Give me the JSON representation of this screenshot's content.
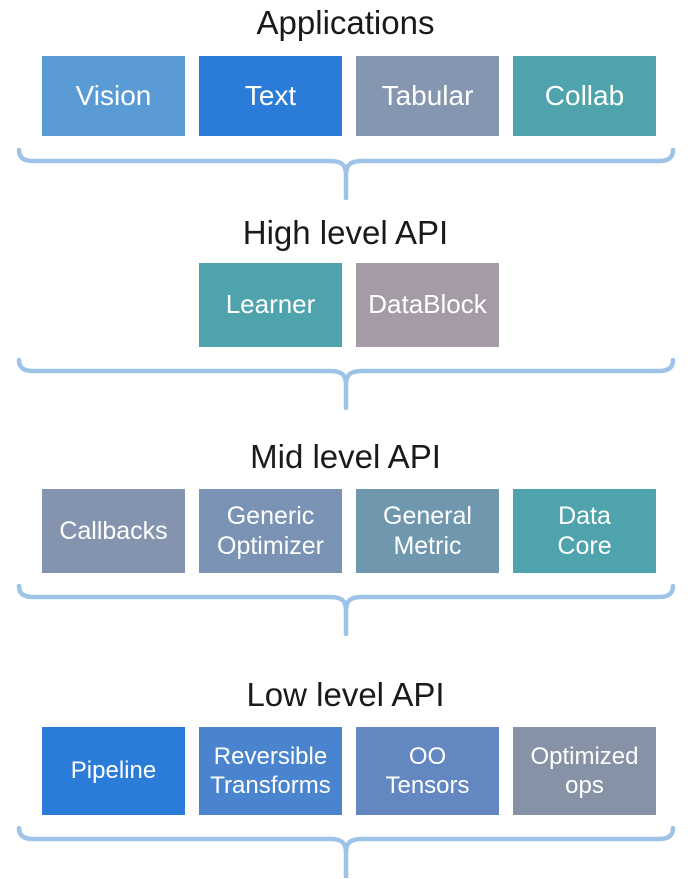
{
  "diagram": {
    "background": "#FFFFFF",
    "title_color": "#1A1A1A",
    "box_text_color": "#FFFFFF",
    "brace": {
      "color": "#9DC3E6"
    },
    "sections": [
      {
        "title": "Applications",
        "boxes": [
          {
            "label": "Vision",
            "color": "#5B9BD5"
          },
          {
            "label": "Text",
            "color": "#2B7CD9"
          },
          {
            "label": "Tabular",
            "color": "#8496B0"
          },
          {
            "label": "Collab",
            "color": "#4FA3AC"
          }
        ]
      },
      {
        "title": "High level API",
        "boxes": [
          {
            "label": "Learner",
            "color": "#4FA3AC"
          },
          {
            "label": "DataBlock",
            "color": "#A49BA7"
          }
        ]
      },
      {
        "title": "Mid level API",
        "boxes": [
          {
            "label": "Callbacks",
            "color": "#8494AE"
          },
          {
            "label": "Generic\nOptimizer",
            "color": "#7A92B4"
          },
          {
            "label": "General\nMetric",
            "color": "#6F97AE"
          },
          {
            "label": "Data\nCore",
            "color": "#4FA3AC"
          }
        ]
      },
      {
        "title": "Low level API",
        "boxes": [
          {
            "label": "Pipeline",
            "color": "#2B7CD9"
          },
          {
            "label": "Reversible\nTransforms",
            "color": "#4A84CE"
          },
          {
            "label": "OO\nTensors",
            "color": "#6287C1"
          },
          {
            "label": "Optimized\nops",
            "color": "#8692A6"
          }
        ]
      }
    ]
  }
}
